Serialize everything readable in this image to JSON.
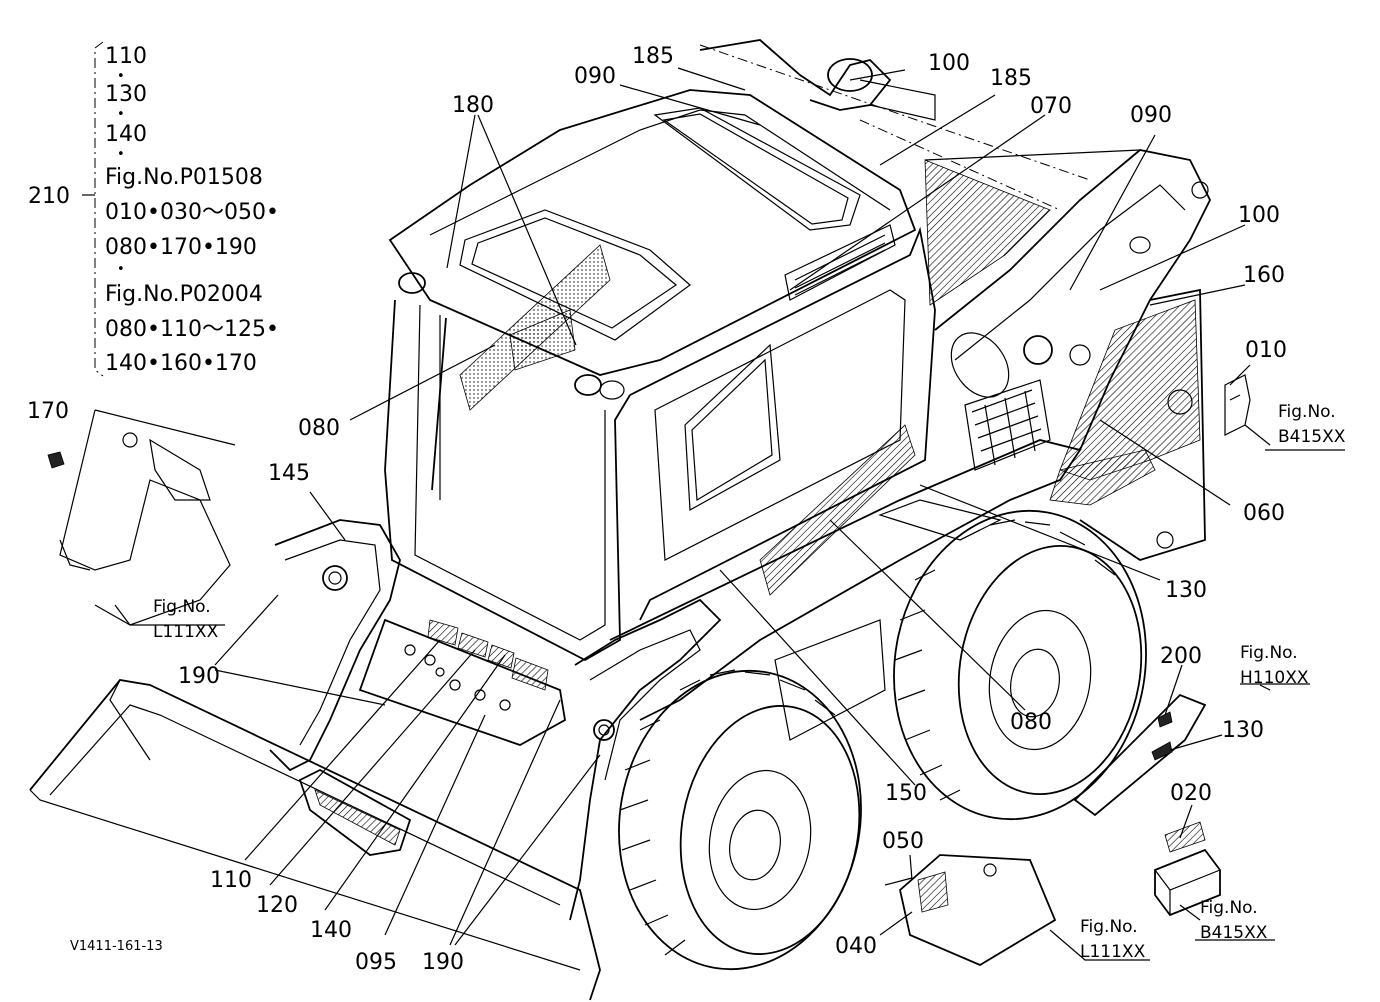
{
  "drawing_id": "V1411-161-13",
  "bracket_210": {
    "label": "210",
    "lines": [
      "110",
      "130",
      "140",
      "Fig.No.P01508",
      "010•030～050•",
      "080•170•190",
      "Fig.No.P02004",
      "080•110～125•",
      "140•160•170"
    ],
    "dot": "•"
  },
  "callouts": {
    "c185a": "185",
    "c090a": "090",
    "c100a": "100",
    "c185b": "185",
    "c070": "070",
    "c180": "180",
    "c090b": "090",
    "c100b": "100",
    "c160": "160",
    "c010": "010",
    "c170": "170",
    "c080a": "080",
    "c145": "145",
    "c060": "060",
    "c130a": "130",
    "c190a": "190",
    "c200": "200",
    "c080b": "080",
    "c130b": "130",
    "c150": "150",
    "c020": "020",
    "c050": "050",
    "c110": "110",
    "c120": "120",
    "c140": "140",
    "c095": "095",
    "c190b": "190",
    "c040": "040"
  },
  "fig_refs": {
    "b415_top": {
      "line1": "Fig.No.",
      "line2": "B415XX"
    },
    "l111_left": {
      "line1": "Fig.No.",
      "line2": "L111XX"
    },
    "h110": {
      "line1": "Fig.No.",
      "line2": "H110XX"
    },
    "b415_bottom": {
      "line1": "Fig.No.",
      "line2": "B415XX"
    },
    "l111_bottom": {
      "line1": "Fig.No.",
      "line2": "L111XX"
    }
  }
}
